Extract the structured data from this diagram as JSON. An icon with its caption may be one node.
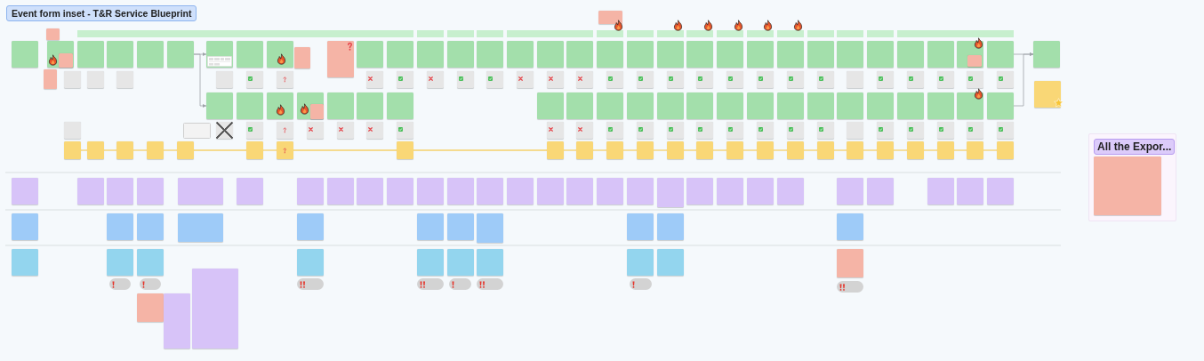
{
  "diagram": {
    "title": "Event form inset - T&R Service Blueprint",
    "nodes": [
      {
        "text": [],
        "shape": "bar"
      },
      {
        "text": [],
        "shape": "bar"
      },
      {
        "text": [],
        "shape": "bar"
      },
      {
        "text": [],
        "shape": "bar"
      },
      {
        "text": [],
        "shape": "bar"
      },
      {
        "text": [],
        "shape": "bar"
      },
      {
        "text": [],
        "shape": "bar"
      },
      {
        "text": [],
        "shape": "bar"
      },
      {
        "text": [],
        "shape": "bar"
      },
      {
        "text": [],
        "shape": "bar"
      },
      {
        "text": [],
        "shape": "bar"
      },
      {
        "text": [],
        "shape": "bar"
      },
      {
        "text": [],
        "shape": "bar"
      },
      {
        "text": [],
        "shape": "bar"
      },
      {
        "text": [],
        "shape": "bar"
      },
      {
        "text": [],
        "shape": "bar"
      },
      {
        "text": [],
        "shape": "box"
      },
      {
        "text": [],
        "shape": "box"
      },
      {
        "text": [],
        "shape": "box"
      },
      {
        "text": [],
        "shape": "box"
      },
      {
        "text": [],
        "shape": "box"
      },
      {
        "text": [],
        "shape": "box"
      },
      {
        "text": [],
        "shape": "box"
      },
      {
        "text": [],
        "shape": "box"
      },
      {
        "text": [],
        "shape": "box"
      },
      {
        "text": [],
        "shape": "box"
      },
      {
        "text": [],
        "shape": "box"
      },
      {
        "text": [],
        "shape": "box"
      },
      {
        "text": [],
        "shape": "box"
      },
      {
        "text": [],
        "shape": "box"
      },
      {
        "text": [],
        "shape": "box"
      },
      {
        "text": [],
        "shape": "box"
      },
      {
        "text": [],
        "shape": "box"
      },
      {
        "text": [],
        "shape": "box"
      },
      {
        "text": [],
        "shape": "box"
      },
      {
        "text": [],
        "shape": "box"
      },
      {
        "text": [],
        "shape": "box"
      },
      {
        "text": [],
        "shape": "box"
      },
      {
        "text": [],
        "shape": "box"
      },
      {
        "text": [],
        "shape": "box"
      },
      {
        "text": [],
        "shape": "box"
      },
      {
        "text": [],
        "shape": "box"
      },
      {
        "text": [],
        "shape": "box"
      },
      {
        "text": [],
        "shape": "box"
      },
      {
        "text": [],
        "shape": "box"
      },
      {
        "text": [],
        "shape": "box"
      },
      {
        "text": [],
        "shape": "box"
      },
      {
        "text": [],
        "shape": "box"
      },
      {
        "text": [],
        "shape": "box"
      },
      {
        "text": [],
        "shape": "box"
      },
      {
        "text": [],
        "shape": "box"
      },
      {
        "text": [],
        "shape": "box",
        "in": 19
      },
      {
        "text": [],
        "shape": "box"
      },
      {
        "text": [],
        "shape": "box",
        "in": 48
      },
      {
        "text": [],
        "shape": "box"
      },
      {
        "text": [],
        "shape": "box"
      },
      {
        "text": [],
        "shape": "box"
      },
      {
        "text": [],
        "shape": "box"
      },
      {
        "text": [],
        "shape": "box"
      },
      {
        "text": [],
        "shape": "box"
      },
      {
        "text": [],
        "shape": "box"
      },
      {
        "text": [],
        "shape": "box"
      },
      {
        "text": [],
        "shape": "box"
      },
      {
        "text": [],
        "shape": "box"
      },
      {
        "text": [],
        "shape": "box"
      },
      {
        "text": [],
        "shape": "box"
      },
      {
        "text": [],
        "shape": "box"
      },
      {
        "text": [],
        "shape": "box"
      },
      {
        "text": [],
        "shape": "box"
      },
      {
        "text": [],
        "shape": "box"
      },
      {
        "text": [],
        "shape": "box"
      },
      {
        "text": [],
        "shape": "box"
      },
      {
        "text": [],
        "shape": "box"
      },
      {
        "text": [],
        "shape": "box"
      },
      {
        "text": [],
        "shape": "box"
      },
      {
        "text": [],
        "shape": "box"
      },
      {
        "text": [],
        "shape": "box"
      },
      {
        "text": [],
        "shape": "box"
      },
      {
        "text": [],
        "shape": "box"
      },
      {
        "text": [],
        "shape": "box"
      },
      {
        "text": [],
        "shape": "box"
      },
      {
        "text": [],
        "shape": "box"
      },
      {
        "text": [],
        "shape": "box"
      },
      {
        "text": [],
        "shape": "box"
      },
      {
        "text": [],
        "shape": "box"
      },
      {
        "text": [],
        "shape": "box"
      },
      {
        "text": [],
        "shape": "box"
      },
      {
        "text": [],
        "shape": "box"
      },
      {
        "text": [],
        "shape": "box"
      },
      {
        "text": [],
        "shape": "box"
      },
      {
        "text": [],
        "shape": "box"
      },
      {
        "text": [],
        "shape": "box"
      },
      {
        "text": [],
        "shape": "box"
      },
      {
        "text": [],
        "shape": "box"
      },
      {
        "text": [],
        "shape": "box"
      },
      {
        "text": [],
        "shape": "box"
      },
      {
        "text": [],
        "shape": "box"
      },
      {
        "text": [],
        "shape": "box"
      },
      {
        "text": [],
        "shape": "box"
      },
      {
        "text": [],
        "shape": "box"
      },
      {
        "text": [],
        "shape": "box"
      },
      {
        "text": [],
        "shape": "box"
      },
      {
        "text": [],
        "shape": "box"
      },
      {
        "text": [],
        "shape": "box"
      },
      {
        "text": [],
        "shape": "box"
      },
      {
        "text": [],
        "shape": "box"
      },
      {
        "text": [],
        "shape": "box"
      },
      {
        "text": [],
        "shape": "box",
        "in": 87
      },
      {
        "text": [],
        "shape": "box"
      },
      {
        "text": [],
        "shape": "box"
      },
      {
        "text": [],
        "shape": "box"
      },
      {
        "text": [],
        "shape": "box"
      },
      {
        "text": [],
        "shape": "box"
      },
      {
        "text": [],
        "shape": "box"
      },
      {
        "text": [],
        "shape": "box"
      },
      {
        "text": [],
        "shape": "box"
      },
      {
        "text": [],
        "shape": "box"
      },
      {
        "text": [],
        "shape": "box"
      },
      {
        "text": [],
        "shape": "box"
      },
      {
        "text": [],
        "shape": "box"
      },
      {
        "text": [],
        "shape": "box"
      },
      {
        "text": [],
        "shape": "box"
      },
      {
        "text": [],
        "shape": "box"
      },
      {
        "text": [],
        "shape": "box"
      },
      {
        "text": [],
        "shape": "box"
      },
      {
        "text": [],
        "shape": "box"
      },
      {
        "text": [],
        "shape": "box"
      },
      {
        "text": [],
        "shape": "box"
      },
      {
        "text": [],
        "shape": "box"
      },
      {
        "text": [],
        "shape": "box"
      },
      {
        "text": [],
        "shape": "box"
      },
      {
        "text": [],
        "shape": "box"
      },
      {
        "text": [],
        "shape": "box"
      },
      {
        "text": [],
        "shape": "box"
      },
      {
        "text": [],
        "shape": "box"
      },
      {
        "text": [],
        "shape": "box"
      },
      {
        "text": [],
        "shape": "box"
      },
      {
        "text": [],
        "shape": "box"
      },
      {
        "text": [],
        "shape": "box"
      },
      {
        "text": [],
        "shape": "box"
      },
      {
        "text": [],
        "shape": "box"
      },
      {
        "text": [],
        "shape": "box"
      },
      {
        "text": [],
        "shape": "box"
      },
      {
        "text": [],
        "shape": "box"
      },
      {
        "text": [],
        "shape": "box"
      },
      {
        "text": [],
        "shape": "box"
      },
      {
        "text": [],
        "shape": "box"
      },
      {
        "text": [],
        "shape": "box"
      },
      {
        "text": [],
        "shape": "box"
      },
      {
        "text": [],
        "shape": "box"
      },
      {
        "text": [],
        "shape": "box"
      },
      {
        "text": [],
        "shape": "box"
      },
      {
        "text": [],
        "shape": "box"
      },
      {
        "text": [],
        "shape": "box"
      },
      {
        "text": [],
        "shape": "box"
      },
      {
        "text": [],
        "shape": "box"
      },
      {
        "text": [],
        "shape": "box"
      },
      {
        "text": [
          "All the Expor..."
        ]
      },
      {
        "text": [],
        "shape": "box",
        "in": 157
      },
      {
        "text": [],
        "shape": "box"
      },
      {
        "text": [],
        "shape": "box"
      },
      {
        "text": [],
        "shape": "box"
      },
      {
        "text": [],
        "shape": "box"
      },
      {
        "text": [],
        "shape": "box"
      },
      {
        "text": [],
        "shape": "box"
      },
      {
        "text": [],
        "shape": "box"
      },
      {
        "text": [],
        "shape": "box"
      },
      {
        "text": [],
        "shape": "box"
      },
      {
        "text": [],
        "shape": "box"
      },
      {
        "text": [],
        "shape": "box"
      },
      {
        "text": [],
        "shape": "box"
      },
      {
        "text": [],
        "shape": "box"
      },
      {
        "text": [],
        "shape": "box"
      },
      {
        "text": [],
        "shape": "box"
      },
      {
        "text": [],
        "shape": "box"
      },
      {
        "text": [],
        "shape": "box"
      },
      {
        "text": [],
        "shape": "box"
      },
      {
        "text": [],
        "shape": "box"
      },
      {
        "text": [],
        "shape": "box"
      },
      {
        "text": [],
        "shape": "box"
      },
      {
        "text": [],
        "shape": "box"
      },
      {
        "text": [],
        "shape": "box"
      },
      {
        "text": [],
        "shape": "box"
      },
      {
        "text": [],
        "shape": "box"
      },
      {
        "text": [],
        "shape": "box"
      },
      {
        "text": [],
        "shape": "box"
      },
      {
        "text": [],
        "shape": "box"
      },
      {
        "text": [],
        "shape": "box"
      },
      {
        "text": [],
        "shape": "box"
      },
      {
        "text": [],
        "shape": "box"
      },
      {
        "text": [],
        "shape": "box"
      },
      {
        "text": [],
        "shape": "box"
      },
      {
        "text": [],
        "shape": "box"
      },
      {
        "text": [],
        "shape": "box"
      },
      {
        "text": [],
        "shape": "box"
      },
      {
        "text": [],
        "shape": "box"
      },
      {
        "text": [],
        "shape": "box"
      },
      {
        "text": [],
        "shape": "box"
      },
      {
        "text": [],
        "shape": "box"
      },
      {
        "text": [],
        "shape": "box"
      },
      {
        "text": [],
        "shape": "box"
      },
      {
        "text": [],
        "shape": "box"
      },
      {
        "text": [],
        "shape": "box"
      },
      {
        "text": [],
        "shape": "box"
      },
      {
        "text": [],
        "shape": "box"
      },
      {
        "text": [],
        "shape": "box"
      },
      {
        "text": [],
        "shape": "box"
      },
      {
        "text": [],
        "shape": "box"
      },
      {
        "text": [],
        "shape": "pill"
      },
      {
        "text": [],
        "shape": "pill"
      },
      {
        "text": [],
        "shape": "pill"
      },
      {
        "text": [],
        "shape": "pill"
      },
      {
        "text": [],
        "shape": "pill"
      },
      {
        "text": [],
        "shape": "pill"
      },
      {
        "text": [],
        "shape": "pill"
      },
      {
        "text": [],
        "shape": "pill"
      },
      {
        "text": [],
        "shape": "box"
      },
      {
        "text": [],
        "shape": "box"
      },
      {
        "text": [],
        "shape": "box"
      }
    ],
    "edges": [
      {
        "from": 23,
        "to": 24,
        "arrow": "to",
        "color": "#9ea3a8"
      },
      {
        "from": 23,
        "to": 84,
        "arrow": "to",
        "color": "#9ea3a8"
      },
      {
        "from": 49,
        "to": 50,
        "arrow": "to",
        "color": "#9ea3a8"
      },
      {
        "from": 106,
        "to": 50,
        "arrow": "to",
        "color": "#9ea3a8"
      },
      {
        "from": 133,
        "to": 134,
        "arrow": "none"
      },
      {
        "from": 134,
        "to": 135,
        "arrow": "none"
      },
      {
        "from": 135,
        "to": 136,
        "arrow": "none"
      },
      {
        "from": 136,
        "to": 137,
        "arrow": "none"
      },
      {
        "from": 137,
        "to": 138,
        "arrow": "none"
      },
      {
        "from": 138,
        "to": 139,
        "arrow": "none"
      },
      {
        "from": 139,
        "to": 140,
        "arrow": "none"
      },
      {
        "from": 140,
        "to": 141,
        "arrow": "none"
      },
      {
        "from": 141,
        "to": 142,
        "arrow": "none"
      },
      {
        "from": 142,
        "to": 143,
        "arrow": "none"
      },
      {
        "from": 143,
        "to": 144,
        "arrow": "none"
      },
      {
        "from": 144,
        "to": 145,
        "arrow": "none"
      },
      {
        "from": 145,
        "to": 146,
        "arrow": "none"
      },
      {
        "from": 146,
        "to": 147,
        "arrow": "none"
      },
      {
        "from": 147,
        "to": 148,
        "arrow": "none"
      },
      {
        "from": 148,
        "to": 149,
        "arrow": "none"
      },
      {
        "from": 149,
        "to": 150,
        "arrow": "none"
      },
      {
        "from": 150,
        "to": 151,
        "arrow": "none"
      },
      {
        "from": 151,
        "to": 152,
        "arrow": "none"
      },
      {
        "from": 152,
        "to": 153,
        "arrow": "none"
      },
      {
        "from": 153,
        "to": 154,
        "arrow": "none"
      },
      {
        "from": 154,
        "to": 155,
        "arrow": "none"
      },
      {
        "from": 155,
        "to": 156,
        "arrow": "none"
      }
    ]
  }
}
